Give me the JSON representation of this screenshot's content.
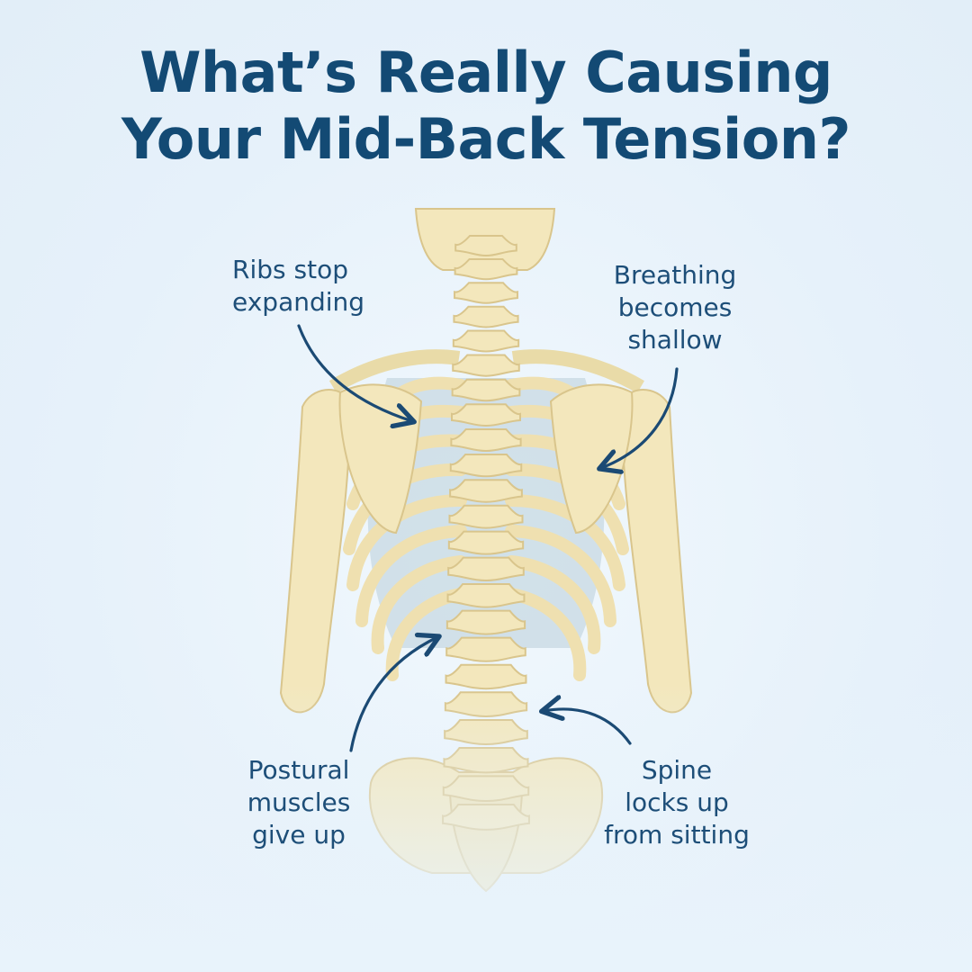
{
  "title": {
    "line1": "What’s Really Causing",
    "line2": "Your Mid-Back Tension?"
  },
  "callouts": {
    "ribs": {
      "line1": "Ribs stop",
      "line2": "expanding"
    },
    "breathing": {
      "line1": "Breathing",
      "line2": "becomes",
      "line3": "shallow"
    },
    "postural": {
      "line1": "Postural",
      "line2": "muscles",
      "line3": "give up"
    },
    "spine": {
      "line1": "Spine",
      "line2": "locks up",
      "line3": "from sitting"
    }
  },
  "colors": {
    "title": "#134a74",
    "callout_text": "#1d4e78",
    "arrow": "#1b4a74",
    "bone_fill": "#f3e7bc",
    "bone_stroke": "#d9c58c",
    "rib_gap": "#c9dbe3",
    "background": "#e8f3fb"
  },
  "icons": {
    "skeleton": "upper-back-skeleton-illustration",
    "arrows": "curved-pointer-arrow"
  }
}
